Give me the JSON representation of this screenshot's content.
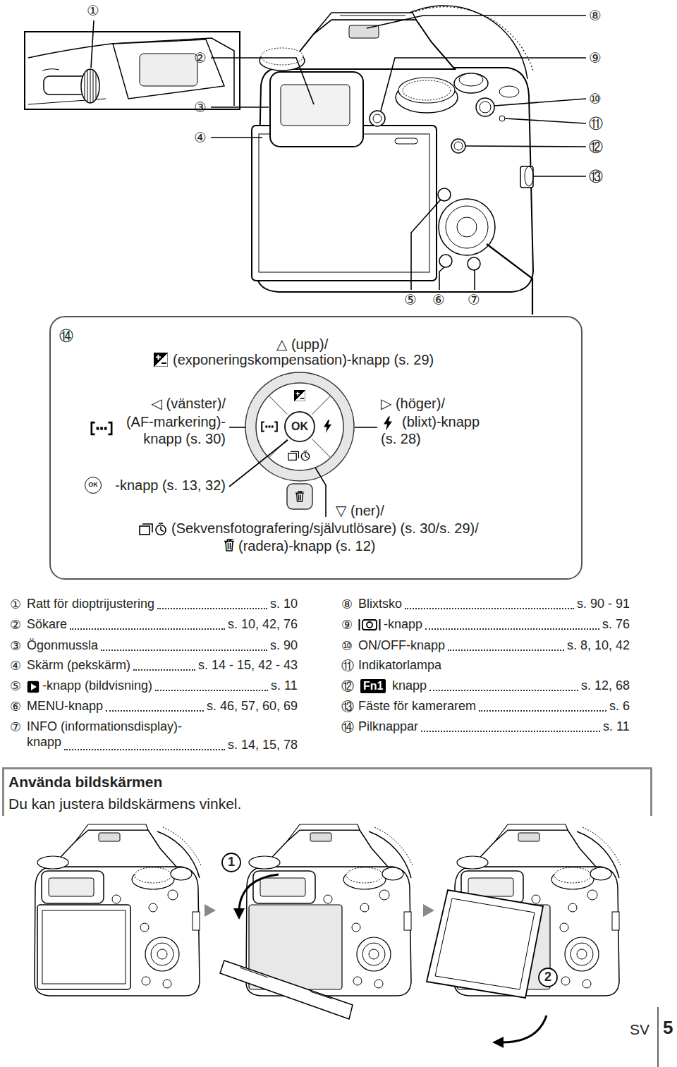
{
  "diagram": {
    "nodes": [
      {
        "text": [
          "⑭",
          "△ (upp)/",
          "(exponeringskompensation)-knapp (s. 29)",
          "◁ (vänster)/",
          "(AF-markering)-knapp (s. 30)",
          "▷ (höger)/",
          "(blixt)-knapp (s. 28)",
          "OK",
          "-knapp (s. 13, 32)",
          "▽ (ner)/",
          "(Sekvensfotografering/självutlösare) (s. 30/s. 29)/",
          "(radera)-knapp (s. 12)"
        ]
      },
      {
        "text": [
          "OK"
        ],
        "in": 0
      },
      {
        "text": [
          "Använda bildskärmen",
          "Du kan justera bildskärmens vinkel."
        ]
      }
    ],
    "labels": [
      "①",
      "②",
      "③",
      "④",
      "⑧",
      "⑨",
      "⑩",
      "⑪",
      "⑫",
      "⑬",
      "⑤",
      "⑥",
      "⑦",
      "①",
      "Ratt för dioptrijustering",
      "s. 10",
      "②",
      "Sökare",
      "s. 10, 42, 76",
      "③",
      "Ögonmussla",
      "s. 90",
      "④",
      "Skärm (pekskärm)",
      "s. 14 - 15, 42 - 43",
      "⑤",
      "-knapp (bildvisning)",
      "s. 11",
      "⑥",
      "MENU-knapp",
      "s. 46, 57, 60, 69",
      "⑦",
      "INFO (informationsdisplay)-knapp",
      "s. 14, 15, 78",
      "⑧",
      "Blixtsko",
      "s. 90 - 91",
      "⑨",
      "-knapp",
      "s. 76",
      "⑩",
      "ON/OFF-knapp",
      "s. 8, 10, 42",
      "⑪",
      "Indikatorlampa",
      "⑫",
      "Fn1",
      "knapp",
      "s. 12, 68",
      "⑬",
      "Fäste för kamerarem",
      "s. 6",
      "⑭",
      "Pilknappar",
      "s. 11",
      "1",
      "2",
      "SV",
      "5"
    ]
  }
}
